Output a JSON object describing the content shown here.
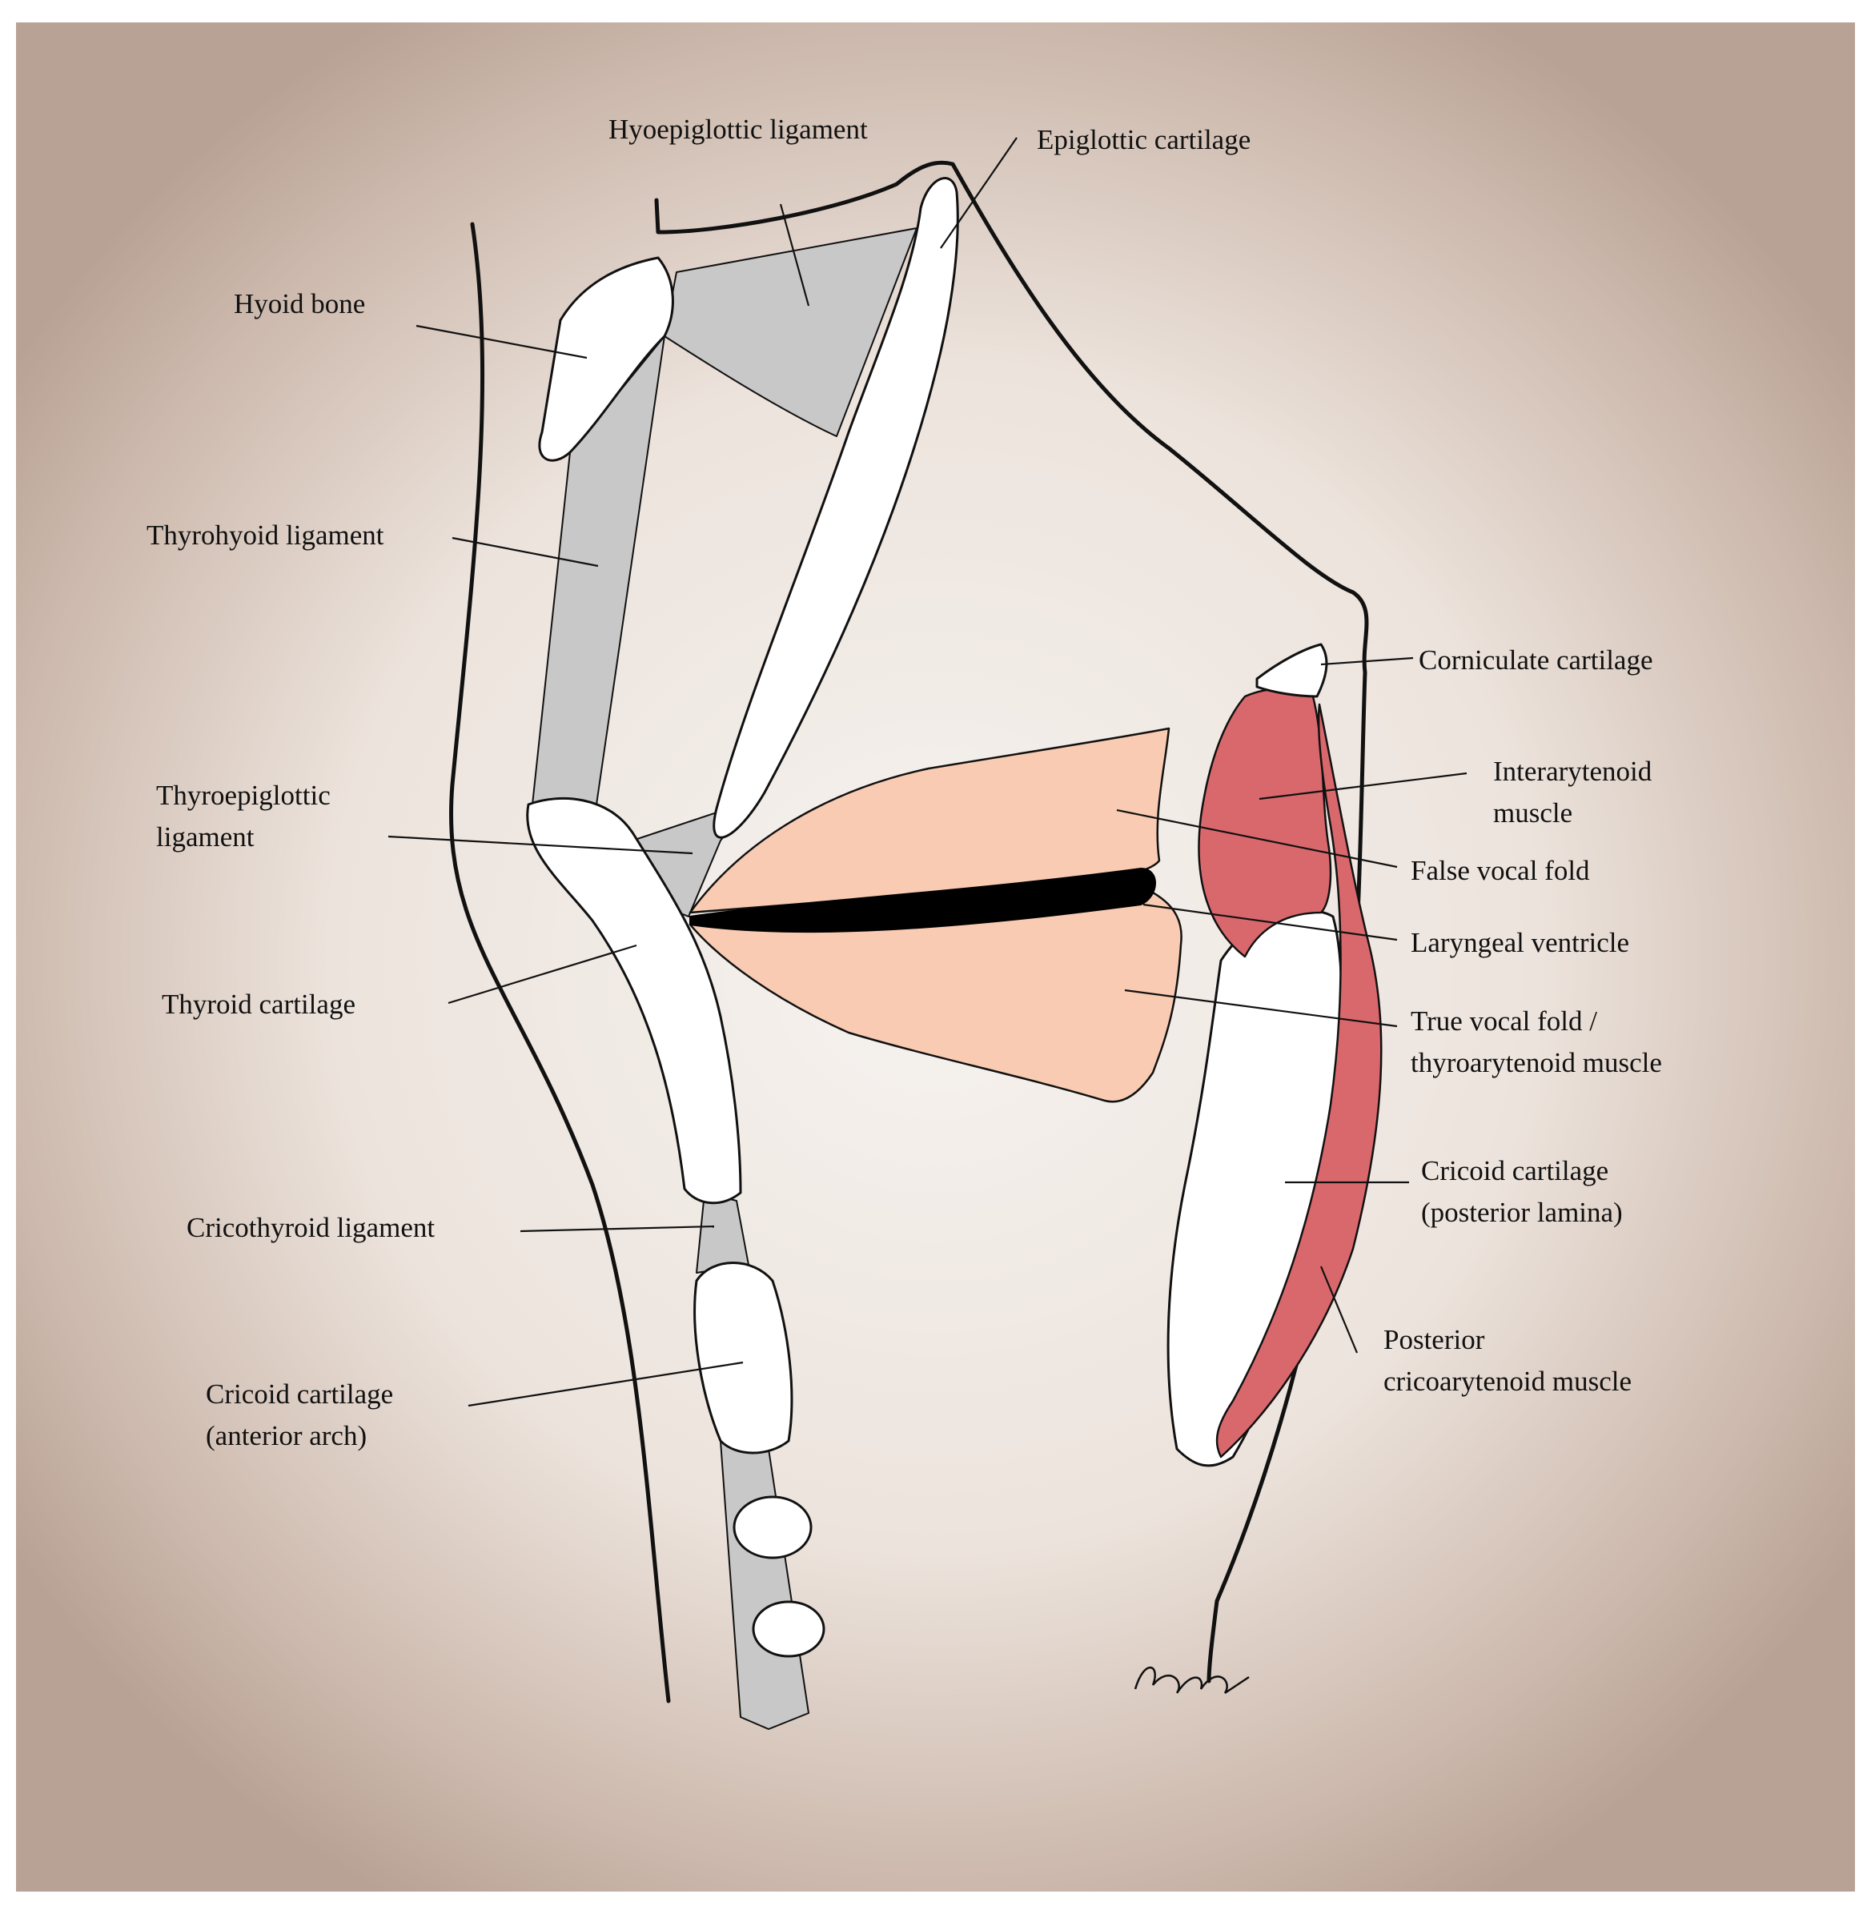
{
  "labels": {
    "hyoepiglottic_ligament": "Hyoepiglottic ligament",
    "epiglottic_cartilage": "Epiglottic cartilage",
    "hyoid_bone": "Hyoid bone",
    "thyrohyoid_ligament": "Thyrohyoid ligament",
    "thyroepiglottic_ligament_1": "Thyroepiglottic",
    "thyroepiglottic_ligament_2": "ligament",
    "thyroid_cartilage": "Thyroid cartilage",
    "cricothyroid_ligament": "Cricothyroid ligament",
    "cricoid_anterior_1": "Cricoid cartilage",
    "cricoid_anterior_2": "(anterior arch)",
    "corniculate_cartilage": "Corniculate cartilage",
    "interarytenoid_1": "Interarytenoid",
    "interarytenoid_2": "muscle",
    "false_vocal_fold": "False vocal fold",
    "laryngeal_ventricle": "Laryngeal ventricle",
    "true_vocal_fold_1": "True vocal fold /",
    "true_vocal_fold_2": "thyroarytenoid muscle",
    "cricoid_posterior_1": "Cricoid cartilage",
    "cricoid_posterior_2": "(posterior lamina)",
    "posterior_crico_1": "Posterior",
    "posterior_crico_2": "cricoarytenoid muscle"
  },
  "colors": {
    "cartilage": "#ffffff",
    "ligament": "#c8c8c8",
    "vocal_fold": "#f8cbb2",
    "muscle": "#d9686d",
    "ventricle": "#000000",
    "outline": "#111111"
  }
}
